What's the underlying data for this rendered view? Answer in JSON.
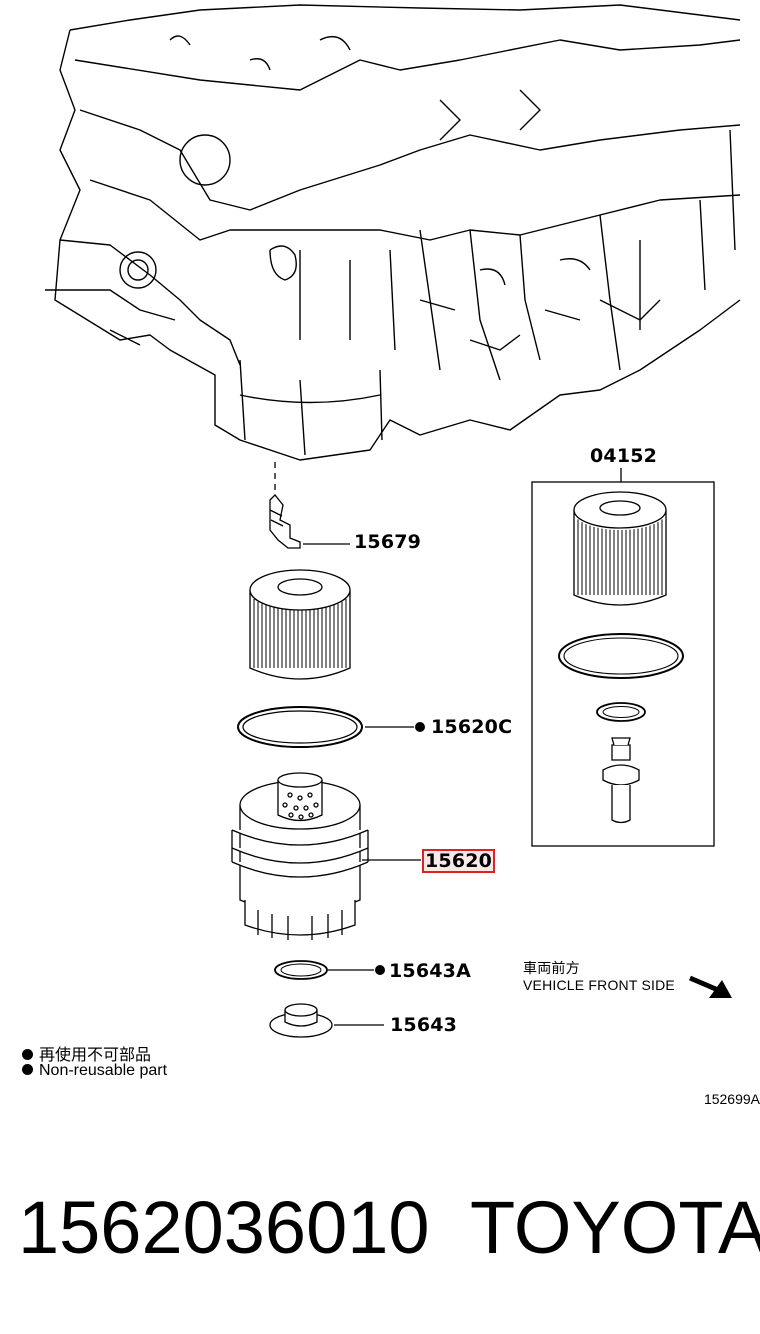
{
  "callouts": {
    "p15679": "15679",
    "p04152": "04152",
    "p15620C": "15620C",
    "p15620": "15620",
    "p15643A": "15643A",
    "p15643": "15643"
  },
  "direction": {
    "jp": "車両前方",
    "en": "VEHICLE FRONT SIDE"
  },
  "legend": {
    "jp": "再使用不可部品",
    "en": "Non-reusable part"
  },
  "reference": "152699A",
  "footer": {
    "part_number": "1562036010",
    "brand": "TOYOTA"
  },
  "colors": {
    "highlight_border": "#dd2222",
    "ink": "#000000"
  }
}
